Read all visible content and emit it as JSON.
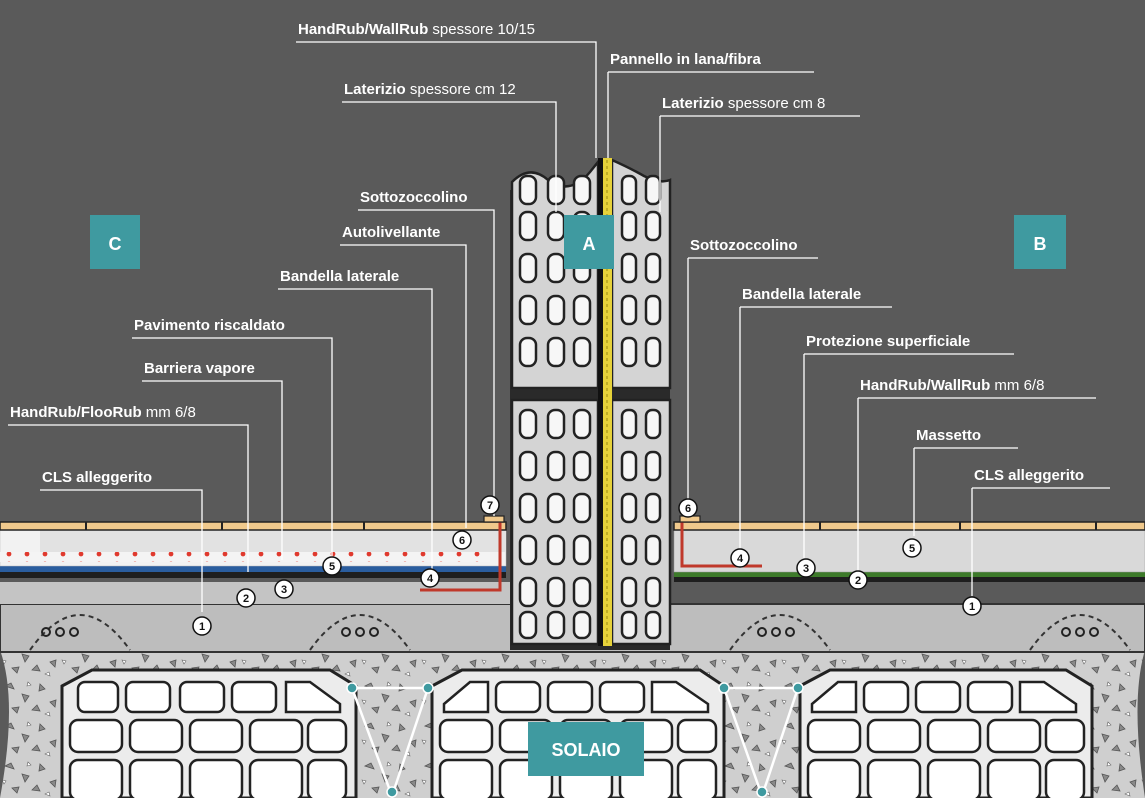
{
  "colors": {
    "background": "#5a5a5a",
    "tag": "#3f9aa0",
    "tile": "#f0c98c",
    "screed": "#d9d9d9",
    "insulation": "#f2f2f2",
    "heating_dot": "#e03a2e",
    "vapor_barrier": "#2a5d9e",
    "rubber": "#1e1e1e",
    "grass": "#3d7a2a",
    "pipe": "#c0392b",
    "yellow_fiber": "#e6d23a",
    "concrete": "#bfbfbf",
    "brick": "#d4d4d4"
  },
  "tags": {
    "a": "A",
    "b": "B",
    "c": "C",
    "solaio": "SOLAIO"
  },
  "wall_labels": {
    "handrub_bold": "HandRub/WallRub",
    "handrub_rest": " spessore 10/15",
    "pannello": "Pannello in lana/fibra",
    "laterizio12_bold": "Laterizio",
    "laterizio12_rest": " spessore cm 12",
    "laterizio8_bold": "Laterizio",
    "laterizio8_rest": " spessore cm 8"
  },
  "left_labels": {
    "sottozoccolino": "Sottozoccolino",
    "autolivellante": "Autolivellante",
    "bandella": "Bandella laterale",
    "pavimento": "Pavimento riscaldato",
    "barriera": "Barriera vapore",
    "handrub_bold": "HandRub/FlooRub",
    "handrub_rest": " mm 6/8",
    "cls": "CLS alleggerito"
  },
  "right_labels": {
    "sottozoccolino": "Sottozoccolino",
    "bandella": "Bandella laterale",
    "protezione": "Protezione superficiale",
    "handrub_bold": "HandRub/WallRub",
    "handrub_rest": " mm 6/8",
    "massetto": "Massetto",
    "cls": "CLS alleggerito"
  },
  "markers": {
    "l1": "1",
    "l2": "2",
    "l3": "3",
    "l4": "4",
    "l5": "5",
    "l6": "6",
    "l7": "7",
    "r1": "1",
    "r2": "2",
    "r3": "3",
    "r4": "4",
    "r5": "5",
    "r6": "6"
  }
}
